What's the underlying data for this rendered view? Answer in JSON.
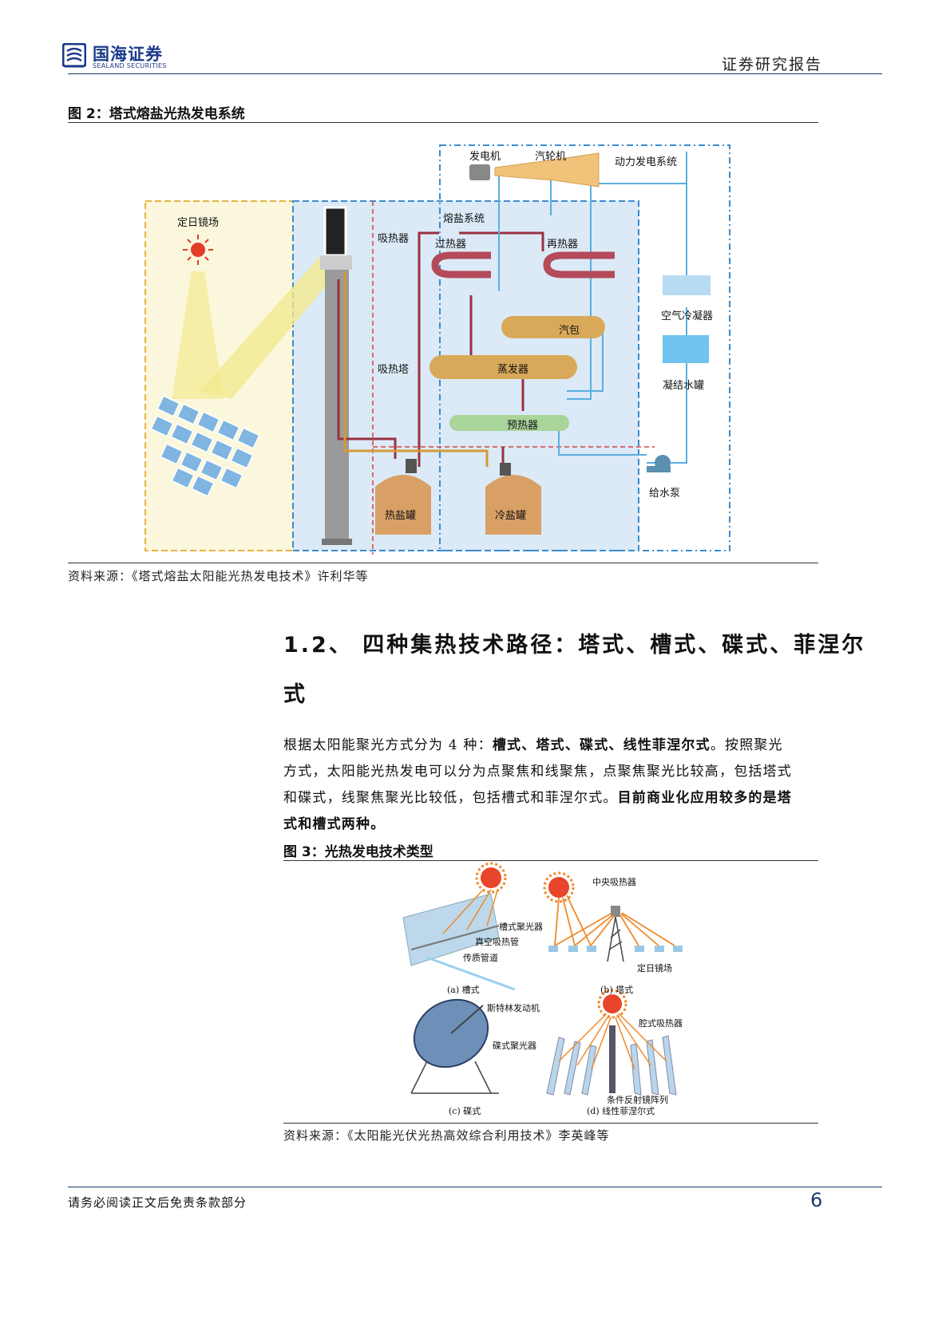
{
  "header": {
    "logo_cn": "国海证券",
    "logo_en": "SEALAND SECURITIES",
    "right_title": "证券研究报告"
  },
  "figure2": {
    "title": "图 2：塔式熔盐光热发电系统",
    "labels": {
      "heliostat_field": "定日镜场",
      "receiver": "吸热器",
      "tower": "吸热塔",
      "molten_salt_system": "熔盐系统",
      "superheater": "过热器",
      "reheater": "再热器",
      "drum": "汽包",
      "evaporator": "蒸发器",
      "preheater": "预热器",
      "hot_tank": "热盐罐",
      "cold_tank": "冷盐罐",
      "generator": "发电机",
      "turbine": "汽轮机",
      "power_system": "动力发电系统",
      "air_condenser": "空气冷凝器",
      "condensate_tank": "凝结水罐",
      "feed_pump": "给水泵"
    },
    "source": "资料来源：《塔式熔盐太阳能光热发电技术》许利华等"
  },
  "section": {
    "title_line1": "1.2、 四种集热技术路径：塔式、槽式、碟式、菲涅尔",
    "title_line2": "式"
  },
  "paragraph": {
    "p1_a": "根据太阳能聚光方式分为 4 种：",
    "p1_b": "槽式、塔式、碟式、线性菲涅尔式",
    "p1_c": "。按照聚光",
    "p2": "方式，太阳能光热发电可以分为点聚焦和线聚焦，点聚焦聚光比较高，包括塔式",
    "p3_a": "和碟式，线聚焦聚光比较低，包括槽式和菲涅尔式。",
    "p3_b": "目前商业化应用较多的是塔",
    "p4": "式和槽式两种。"
  },
  "figure3": {
    "title": "图 3：光热发电技术类型",
    "labels": {
      "trough_concentrator": "槽式聚光器",
      "vacuum_tube": "真空吸热管",
      "htf_pipe": "传质管道",
      "caption_a": "(a) 槽式",
      "central_receiver": "中央吸热器",
      "heliostat": "定日镜场",
      "caption_b": "(b) 塔式",
      "stirling": "斯特林发动机",
      "dish_concentrator": "碟式聚光器",
      "caption_c": "(c) 碟式",
      "cavity_receiver": "腔式吸热器",
      "strip_mirror": "条件反射镜阵列",
      "caption_d": "(d) 线性菲涅尔式"
    },
    "source": "资料来源：《太阳能光伏光热高效综合利用技术》李英峰等"
  },
  "footer": {
    "disclaimer": "请务必阅读正文后免责条款部分",
    "page": "6"
  }
}
